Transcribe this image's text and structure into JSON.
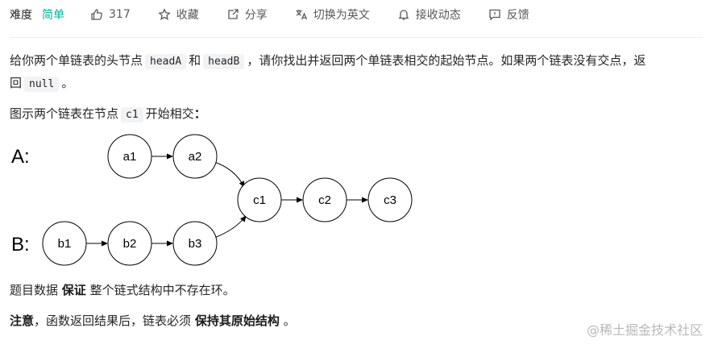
{
  "toolbar": {
    "difficulty_label": "难度",
    "difficulty_value": "简单",
    "likes": "317",
    "favorite": "收藏",
    "share": "分享",
    "switch_lang": "切换为英文",
    "notify": "接收动态",
    "feedback": "反馈",
    "difficulty_color": "#00af9b"
  },
  "problem": {
    "p1_a": "给你两个单链表的头节点",
    "p1_code_a": "headA",
    "p1_b": "和",
    "p1_code_b": "headB",
    "p1_c": "，请你找出并返回两个单链表相交的起始节点。如果两个链表没有交点，返",
    "p1_d": "回",
    "p1_code_c": "null",
    "p1_e": "。",
    "p2_a": "图示两个链表在节点",
    "p2_code": "c1",
    "p2_b": "开始相交",
    "p2_colon": "：",
    "p3_a": "题目数据",
    "p3_bold": "保证",
    "p3_b": "整个链式结构中不存在环。",
    "p4_bold1": "注意",
    "p4_a": "，函数返回结果后，链表必须",
    "p4_bold2": "保持其原始结构",
    "p4_b": "。"
  },
  "diagram": {
    "label_a": "A:",
    "label_b": "B:",
    "nodes": {
      "a1": "a1",
      "a2": "a2",
      "b1": "b1",
      "b2": "b2",
      "b3": "b3",
      "c1": "c1",
      "c2": "c2",
      "c3": "c3"
    }
  },
  "watermark": "@稀土掘金技术社区"
}
